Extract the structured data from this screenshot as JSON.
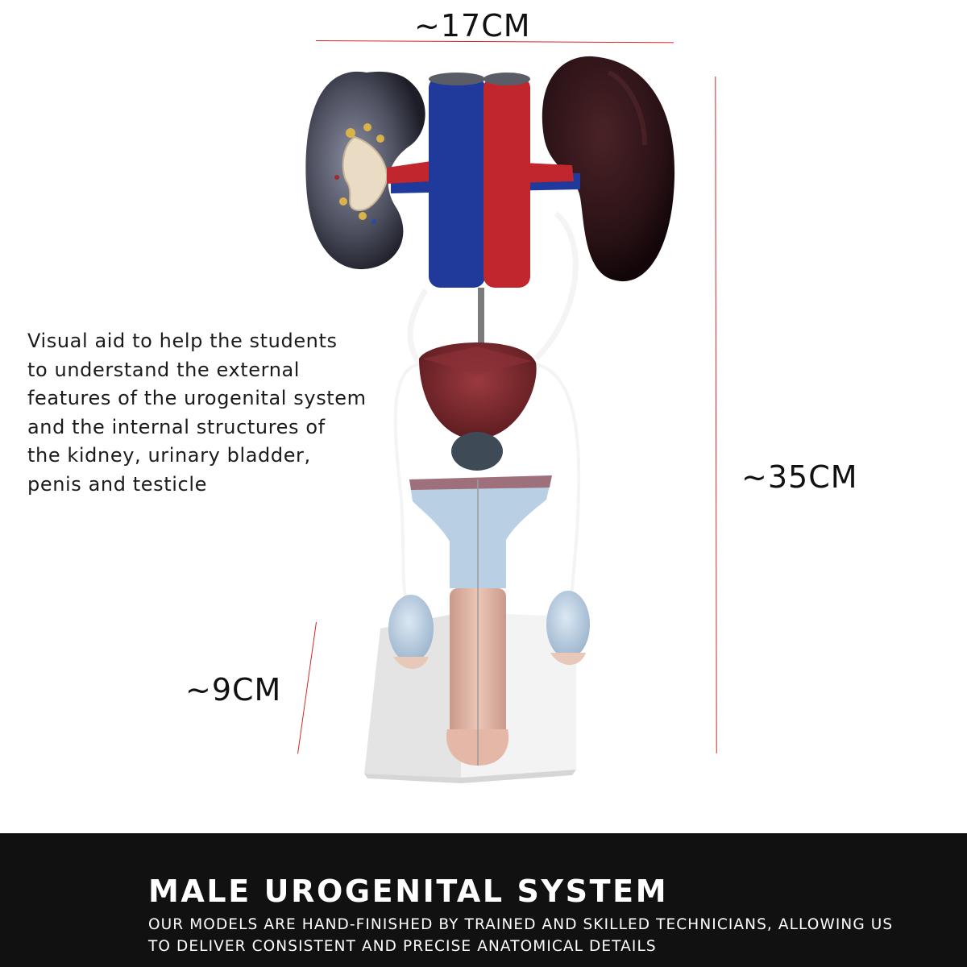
{
  "dimensions": {
    "width": "~17CM",
    "height": "~35CM",
    "depth": "~9CM",
    "line_color": "#d8252b"
  },
  "description": {
    "lines": [
      "Visual aid to help the students",
      "to understand the external",
      "features of the urogenital system",
      "and the internal structures of",
      "the kidney, urinary bladder,",
      "penis and testicle"
    ]
  },
  "footer": {
    "title": "MALE UROGENITAL SYSTEM",
    "subtitle_lines": [
      "OUR MODELS ARE HAND-FINISHED BY TRAINED AND SKILLED TECHNICIANS, ALLOWING US",
      "TO DELIVER CONSISTENT AND PRECISE ANATOMICAL DETAILS"
    ],
    "background": "#111111"
  },
  "product_image": {
    "subject": "anatomical-model-male-urogenital-system",
    "colors": {
      "vena_cava": "#1f3a9a",
      "aorta": "#c0262b",
      "kidney_dark": "#2a1216",
      "kidney_section": "#4e5060",
      "bladder": "#7e2a2e",
      "prostate": "#3f4a57",
      "penis": "#e2b8a8",
      "testicle": "#b9cfe3",
      "base": "#f1f1f1"
    }
  }
}
